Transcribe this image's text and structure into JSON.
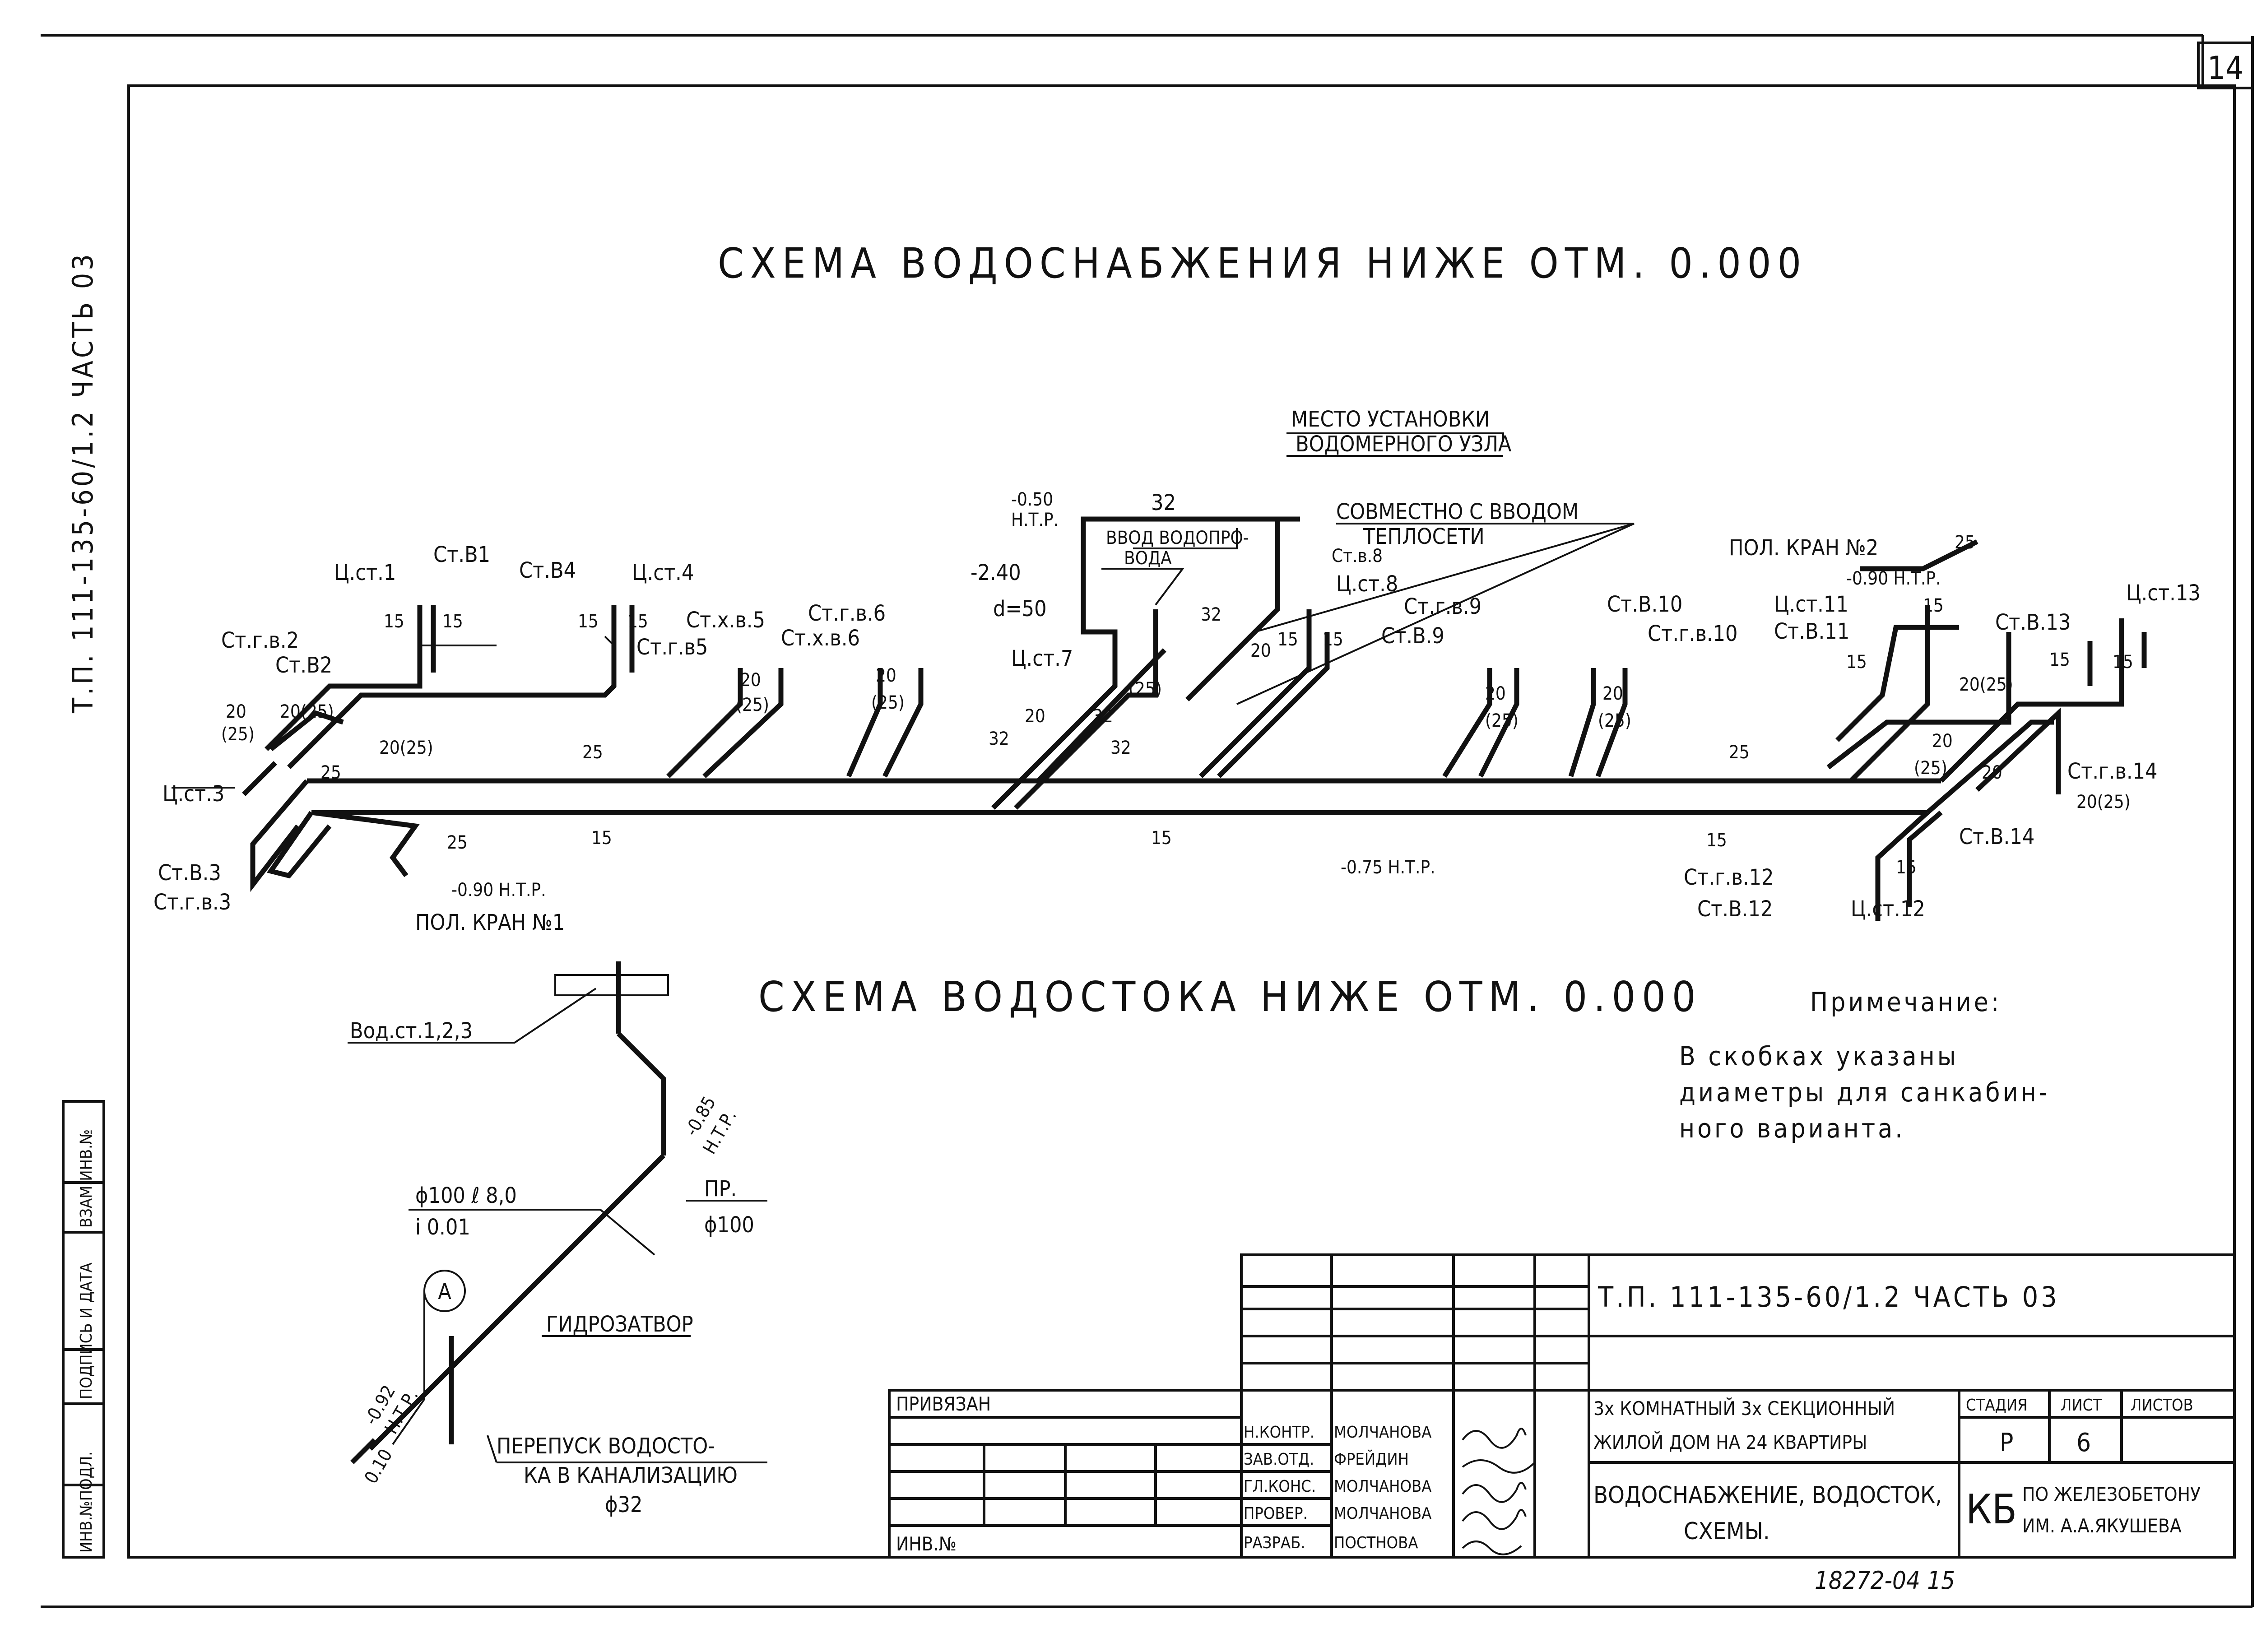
{
  "sheet": {
    "sheet_num": "14",
    "side_code": "Т.П. 111-135-60/1.2  ЧАСТЬ 03",
    "archive_code": "18272-04 15"
  },
  "diagram1": {
    "title": "СХЕМА ВОДОСНАБЖЕНИЯ НИЖЕ ОТМ. 0.000",
    "labels": {
      "meter_1": "МЕСТО УСТАНОВКИ",
      "meter_2": "ВОДОМЕРНОГО УЗЛА",
      "joint_1": "СОВМЕСТНО С ВВОДОМ",
      "joint_2": "ТЕПЛОСЕТИ",
      "inlet_1": "ВВОД ВОДОПРО-",
      "inlet_2": "ВОДА",
      "lvl_050": "-0.50",
      "ntr_a": "Н.Т.Р.",
      "lvl_240": "-2.40",
      "d50": "d=50",
      "d32_top": "32",
      "crane2": "ПОЛ. КРАН №2",
      "lvl_090_right": "-0.90 Н.Т.Р.",
      "crane1": "ПОЛ. КРАН №1",
      "lvl_090_left": "-0.90 Н.Т.Р.",
      "lvl_075": "-0.75 Н.Т.Р.",
      "c_st1": "Ц.ст.1",
      "st_b1": "Ст.В1",
      "st_b4": "Ст.В4",
      "c_st4": "Ц.ст.4",
      "st_gv2": "Ст.г.в.2",
      "st_b2": "Ст.В2",
      "st_xb5": "Ст.х.в.5",
      "st_gb5": "Ст.г.в5",
      "st_gv6": "Ст.г.в.6",
      "st_xb6": "Ст.х.в.6",
      "c_st7": "Ц.ст.7",
      "st_b8": "Ст.в.8",
      "c_st8": "Ц.ст.8",
      "st_gv9": "Ст.г.в.9",
      "st_b9": "Ст.В.9",
      "st_b10": "Ст.В.10",
      "st_gv10": "Ст.г.в.10",
      "c_st11": "Ц.ст.11",
      "st_b11": "Ст.В.11",
      "st_b13": "Ст.В.13",
      "c_st13": "Ц.ст.13",
      "st_gv14": "Ст.г.в.14",
      "st_b14": "Ст.В.14",
      "c_st3": "Ц.ст.3",
      "st_b3": "Ст.В.3",
      "st_gv3": "Ст.г.в.3",
      "st_gv12": "Ст.г.в.12",
      "st_b12": "Ст.В.12",
      "c_st12": "Ц.ст.12",
      "d15": "15",
      "d20": "20",
      "d25": "25",
      "d25p": "(25)",
      "d20_25": "20(25)",
      "d32": "32"
    }
  },
  "diagram2": {
    "title": "СХЕМА ВОДОСТОКА НИЖЕ ОТМ. 0.000",
    "labels": {
      "riser": "Вод.ст.1,2,3",
      "pipe_spec": "ϕ100 ℓ 8,0",
      "slope": "i 0.01",
      "lvl_085": "-0.85",
      "ntr": "Н.Т.Р.",
      "pr": "ПР.",
      "d100": "ϕ100",
      "trap": "ГИДРОЗАТВОР",
      "bypass_1": "ПЕРЕПУСК ВОДОСТО-",
      "bypass_2": "КА В КАНАЛИЗАЦИЮ",
      "d32": "ϕ32",
      "lvl_092": "-0.92",
      "ntr2": "Н.Т.Р.",
      "lvl_010": "0.10",
      "axis_a": "А"
    }
  },
  "note": {
    "heading": "Примечание:",
    "line1": "В скобках указаны",
    "line2": "диаметры для санкабин-",
    "line3": "ного варианта."
  },
  "title_block": {
    "code": "Т.П.  111-135-60/1.2  ЧАСТЬ 03",
    "object_1": "3х КОМНАТНЫЙ 3х СЕКЦИОННЫЙ",
    "object_2": "ЖИЛОЙ ДОМ НА 24 КВАРТИРЫ",
    "stage_h": "СТАДИЯ",
    "sheet_h": "ЛИСТ",
    "sheets_h": "ЛИСТОВ",
    "stage": "Р",
    "sheet": "6",
    "sheets": "",
    "drawing_1": "ВОДОСНАБЖЕНИЕ, ВОДОСТОК,",
    "drawing_2": "СХЕМЫ.",
    "org_logo": "КБ",
    "org_1": "ПО ЖЕЛЕЗОБЕТОНУ",
    "org_2": "ИМ. А.А.ЯКУШЕВА",
    "bound": "ПРИВЯЗАН",
    "inv": "ИНВ.№",
    "roles": [
      {
        "role": "Н.КОНТР.",
        "name": "МОЛЧАНОВА"
      },
      {
        "role": "ЗАВ.ОТД.",
        "name": "ФРЕЙДИН"
      },
      {
        "role": "ГЛ.КОНС.",
        "name": "МОЛЧАНОВА"
      },
      {
        "role": "ПРОВЕР.",
        "name": "МОЛЧАНОВА"
      },
      {
        "role": "РАЗРАБ.",
        "name": "ПОСТНОВА"
      }
    ],
    "side_stamp": [
      "ИНВ.№ПОДЛ.",
      "ПОДПИСЬ И ДАТА",
      "ВЗАМ.ИНВ.№"
    ]
  }
}
